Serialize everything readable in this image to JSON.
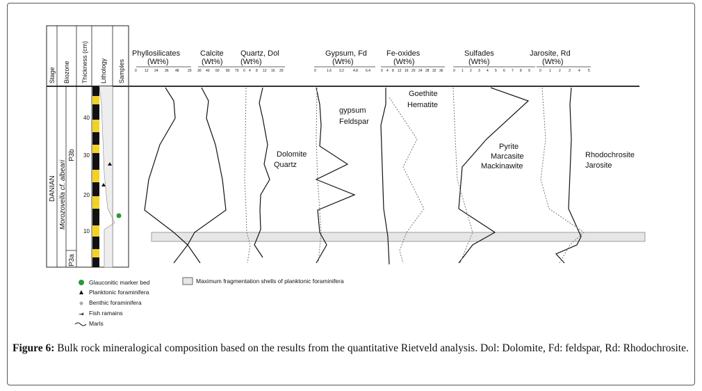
{
  "figure": {
    "caption_label": "Figure 6:",
    "caption_text": " Bulk rock mineralogical composition based on the results from the quantitative Rietveld analysis. Dol: Dolomite, Fd: feldspar, Rd: Rhodochrosite."
  },
  "column_headers": {
    "stage": "Stage",
    "biozone": "Biozone",
    "thickness": "Thickness (cm)",
    "lithology": "Lithology",
    "samples": "Samples"
  },
  "strat": {
    "stage": "DANIAN",
    "biozone": "Morozovella cf. albeari",
    "subzone_upper": "P3b",
    "subzone_lower": "P3a",
    "thickness_ticks": [
      "40",
      "30",
      "20",
      "10"
    ]
  },
  "panels": [
    {
      "title": "Phyllosilicates",
      "unit": "(Wt%)",
      "ticks": [
        "0",
        "12",
        "24",
        "36",
        "48",
        "20"
      ]
    },
    {
      "title": "Calcite",
      "unit": "(Wt%)",
      "ticks": [
        "30",
        "40",
        "60",
        "80"
      ]
    },
    {
      "title": "Quartz, Dol",
      "unit": "(Wt%)",
      "ticks": [
        "70",
        "0",
        "4",
        "8",
        "12",
        "16",
        "20"
      ]
    },
    {
      "title": "Gypsum, Fd",
      "unit": "(Wt%)",
      "ticks": [
        "0",
        "1.6",
        "3.2",
        "4.8",
        "6.4"
      ]
    },
    {
      "title": "Fe-oxides",
      "unit": "(Wt%)",
      "ticks": [
        "0",
        "4",
        "8",
        "12",
        "16",
        "20",
        "24",
        "28",
        "32",
        "36"
      ]
    },
    {
      "title": "Sulfades",
      "unit": "(Wt%)",
      "ticks": [
        "0",
        "1",
        "2",
        "3",
        "4",
        "5",
        "6",
        "7",
        "8",
        "9"
      ]
    },
    {
      "title": "Jarosite, Rd",
      "unit": "(Wt%)",
      "ticks": [
        "0",
        "1",
        "2",
        "3",
        "4",
        "5"
      ]
    }
  ],
  "series_labels": {
    "dolomite": "Dolomite",
    "quartz": "Quartz",
    "gypsum": "gypsum",
    "feldspar": "Feldspar",
    "goethite": "Goethite",
    "hematite": "Hematite",
    "pyrite": "Pyrite",
    "marcasite": "Marcasite",
    "mackinawite": "Mackinawite",
    "rhodochrosite": "Rhodochrosite",
    "jarosite": "Jarosite"
  },
  "legend": {
    "glauconitic": "Glauconitic marker bed",
    "planktonic": "Planktonic foraminifera",
    "benthic": "Benthic foraminifera",
    "fish": "Fish ramains",
    "marls": "Marls",
    "fragmentation": "Maximum fragmentation shells of planktonic foraminifera"
  }
}
